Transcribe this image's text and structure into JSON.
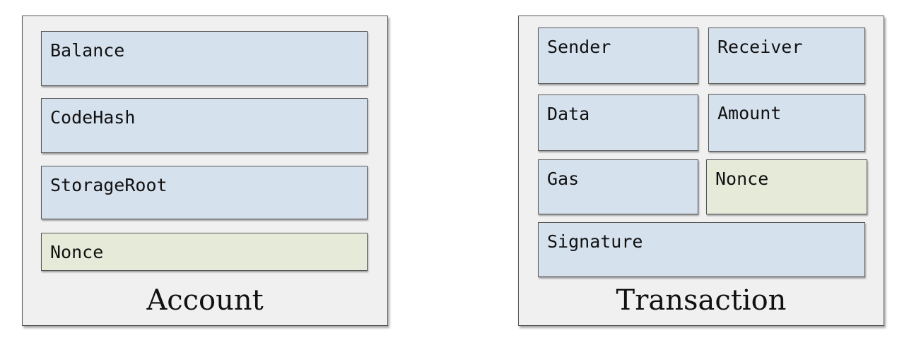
{
  "account": {
    "title": "Account",
    "fields": {
      "balance": "Balance",
      "codehash": "CodeHash",
      "storageroot": "StorageRoot",
      "nonce": "Nonce"
    }
  },
  "transaction": {
    "title": "Transaction",
    "fields": {
      "sender": "Sender",
      "receiver": "Receiver",
      "data": "Data",
      "amount": "Amount",
      "gas": "Gas",
      "nonce": "Nonce",
      "signature": "Signature"
    }
  },
  "colors": {
    "field_default": "#d6e1ee",
    "field_highlight": "#e6ead8",
    "panel_background": "#f0f0f0"
  }
}
